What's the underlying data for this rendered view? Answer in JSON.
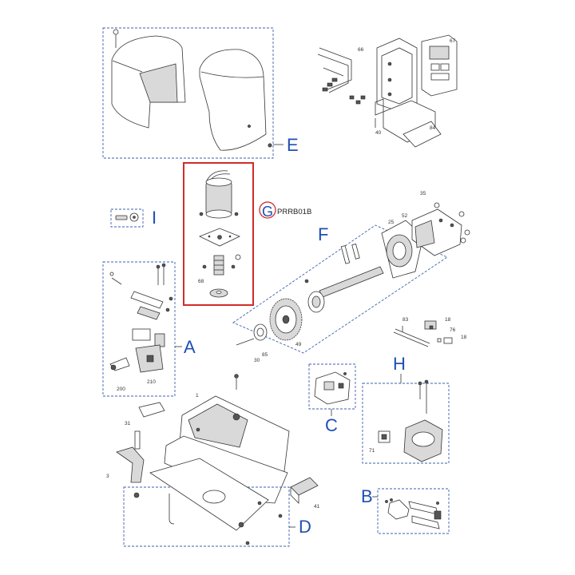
{
  "group_labels": {
    "a": "A",
    "b": "B",
    "c": "C",
    "d": "D",
    "e": "E",
    "f": "F",
    "g": "G",
    "h": "H",
    "i": "I"
  },
  "kit_code": "PRRB01B",
  "part_numbers": {
    "n66": "66",
    "n67": "67",
    "n40": "40",
    "n84": "84",
    "n35": "35",
    "n52": "52",
    "n25": "25",
    "n68": "68",
    "n49": "49",
    "n85": "85",
    "n30": "30",
    "n83": "83",
    "n18a": "18",
    "n76": "76",
    "n18b": "18",
    "n200": "200",
    "n210": "210",
    "n1": "1",
    "n31": "31",
    "n3": "3",
    "n41": "41",
    "n71": "71"
  },
  "colors": {
    "group_box": "#3a5fb0",
    "label_blue": "#1f4fb5",
    "highlight_red": "#d22a2a"
  }
}
